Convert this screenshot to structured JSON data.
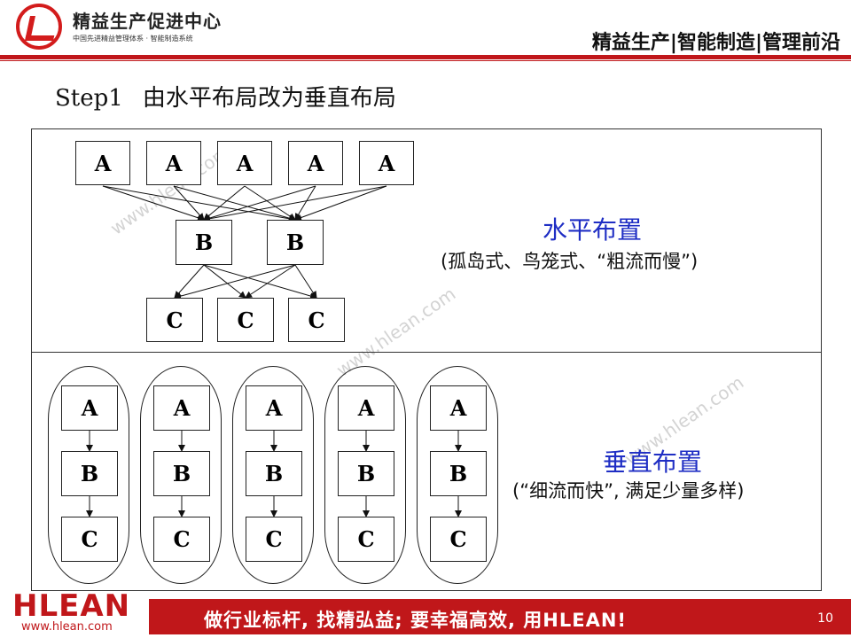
{
  "header": {
    "brand_title": "精益生产促进中心",
    "brand_sub": "中国先进精益管理体系 · 智能制造系统",
    "slogan": "精益生产|智能制造|管理前沿"
  },
  "step": {
    "label": "Step1",
    "title": "由水平布局改为垂直布局"
  },
  "horizontal": {
    "a_nodes": [
      "A",
      "A",
      "A",
      "A",
      "A"
    ],
    "b_nodes": [
      "B",
      "B"
    ],
    "c_nodes": [
      "C",
      "C",
      "C"
    ],
    "label": "水平布置",
    "note": "(孤岛式、鸟笼式、“粗流而慢”)"
  },
  "vertical": {
    "columns": [
      {
        "a": "A",
        "b": "B",
        "c": "C"
      },
      {
        "a": "A",
        "b": "B",
        "c": "C"
      },
      {
        "a": "A",
        "b": "B",
        "c": "C"
      },
      {
        "a": "A",
        "b": "B",
        "c": "C"
      },
      {
        "a": "A",
        "b": "B",
        "c": "C"
      }
    ],
    "label": "垂直布置",
    "note": "(“细流而快”, 满足少量多样)"
  },
  "watermark": "www.hlean.com",
  "footer": {
    "logo": "HLEAN",
    "url": "www.hlean.com",
    "slogan": "做行业标杆, 找精弘益; 要幸福高效, 用HLEAN!",
    "page_number": "10"
  },
  "colors": {
    "accent": "#c0171a",
    "label_blue": "#1f2ec4"
  }
}
